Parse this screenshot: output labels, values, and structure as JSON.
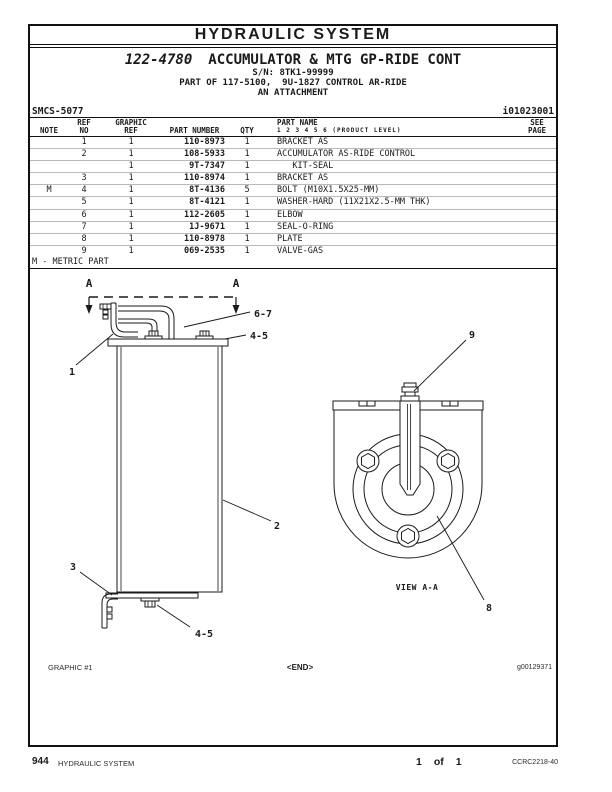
{
  "page": {
    "banner": "HYDRAULIC SYSTEM",
    "part_number": "122-4780",
    "title": "ACCUMULATOR & MTG GP-RIDE CONT",
    "serial": "S/N: 8TK1-99999",
    "part_of": "PART OF 117-5100,  9U-1827 CONTROL AR-RIDE",
    "attachment": "AN ATTACHMENT",
    "smcs": "SMCS-5077",
    "doc_id": "i01023001"
  },
  "table": {
    "headers": {
      "note": "NOTE",
      "ref_line1": "REF",
      "ref_line2": "NO",
      "graphic_line1": "GRAPHIC",
      "graphic_line2": "REF",
      "part_number": "PART NUMBER",
      "qty": "QTY",
      "part_name": "PART NAME",
      "product_level": "1  2  3  4  5  6  (PRODUCT LEVEL)",
      "see_line1": "SEE",
      "see_line2": "PAGE"
    },
    "rows": [
      {
        "note": "",
        "ref": "1",
        "graphic": "1",
        "part_number": "110-8973",
        "qty": "1",
        "part_name": "BRACKET AS",
        "see_page": ""
      },
      {
        "note": "",
        "ref": "2",
        "graphic": "1",
        "part_number": "108-5933",
        "qty": "1",
        "part_name": "ACCUMULATOR AS-RIDE CONTROL",
        "see_page": ""
      },
      {
        "note": "",
        "ref": "",
        "graphic": "1",
        "part_number": "9T-7347",
        "qty": "1",
        "part_name": "   KIT-SEAL",
        "see_page": ""
      },
      {
        "note": "",
        "ref": "3",
        "graphic": "1",
        "part_number": "110-8974",
        "qty": "1",
        "part_name": "BRACKET AS",
        "see_page": ""
      },
      {
        "note": "M",
        "ref": "4",
        "graphic": "1",
        "part_number": "8T-4136",
        "qty": "5",
        "part_name": "BOLT (M10X1.5X25-MM)",
        "see_page": ""
      },
      {
        "note": "",
        "ref": "5",
        "graphic": "1",
        "part_number": "8T-4121",
        "qty": "1",
        "part_name": "WASHER-HARD (11X21X2.5-MM THK)",
        "see_page": ""
      },
      {
        "note": "",
        "ref": "6",
        "graphic": "1",
        "part_number": "112-2605",
        "qty": "1",
        "part_name": "ELBOW",
        "see_page": ""
      },
      {
        "note": "",
        "ref": "7",
        "graphic": "1",
        "part_number": "1J-9671",
        "qty": "1",
        "part_name": "SEAL-O-RING",
        "see_page": ""
      },
      {
        "note": "",
        "ref": "8",
        "graphic": "1",
        "part_number": "110-8978",
        "qty": "1",
        "part_name": "PLATE",
        "see_page": ""
      },
      {
        "note": "",
        "ref": "9",
        "graphic": "1",
        "part_number": "069-2535",
        "qty": "1",
        "part_name": "VALVE-GAS",
        "see_page": ""
      }
    ],
    "footnote": "M - METRIC PART"
  },
  "drawing": {
    "section_letter_left": "A",
    "section_letter_right": "A",
    "callout_1": "1",
    "callout_2": "2",
    "callout_3": "3",
    "callout_45_top": "4-5",
    "callout_45_bottom": "4-5",
    "callout_67": "6-7",
    "callout_8": "8",
    "callout_9": "9",
    "view_label": "VIEW A-A",
    "graphic_label": "GRAPHIC #1",
    "end_marker": "<END>",
    "graphic_id": "g00129371"
  },
  "footer": {
    "page_number": "944",
    "section": "HYDRAULIC SYSTEM",
    "folio_current": "1",
    "folio_of": "of",
    "folio_total": "1",
    "doc_code": "CCRC2218-40"
  },
  "colors": {
    "ink": "#1a1a1a",
    "paper": "#ffffff",
    "row_rule": "#b9b9b9"
  }
}
